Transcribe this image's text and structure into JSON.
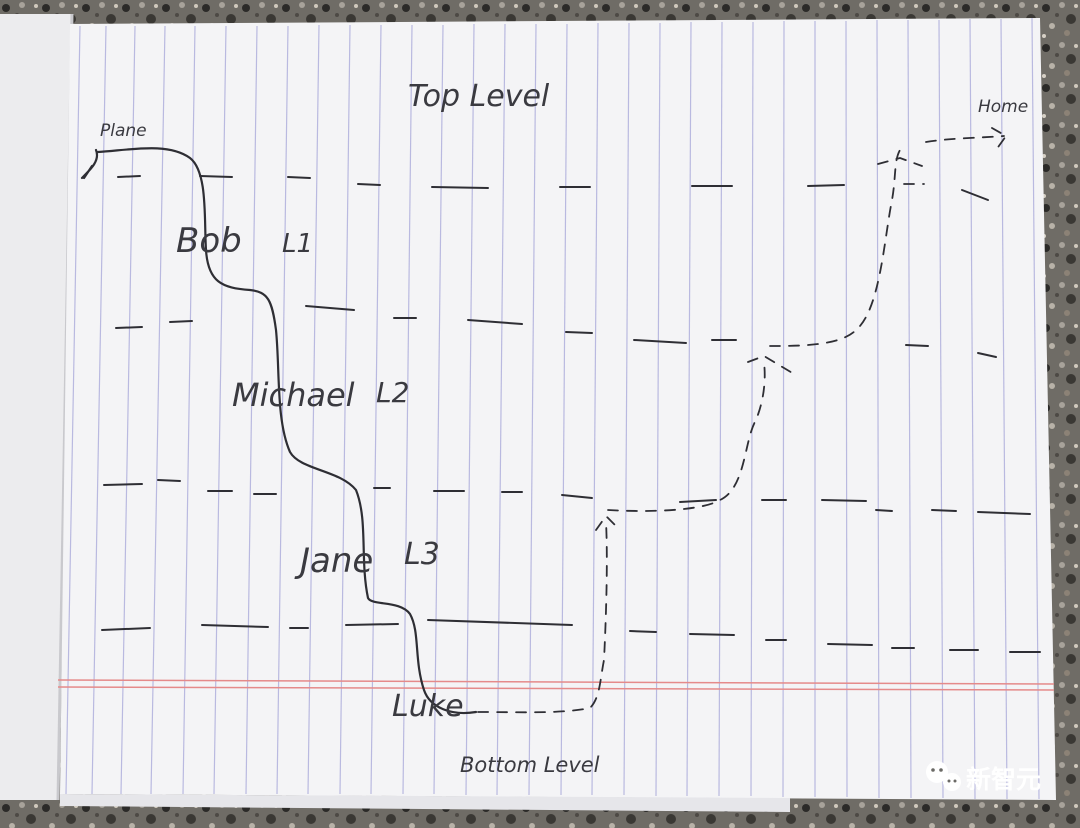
{
  "photo": {
    "subject": "hand-drawn-sketch-on-lined-paper",
    "paper_color": "#f4f4f6",
    "ink_color": "#2e2e34",
    "rule_color": "#b9b9e0",
    "margin_rule_color": "#e58a8a",
    "countertop_color": "#6b6a66"
  },
  "labels": {
    "top_level": "Top Level",
    "plane": "Plane",
    "home": "Home",
    "bob": "Bob",
    "level_1": "L1",
    "michael": "Michael",
    "level_2": "L2",
    "jane": "Jane",
    "level_3": "L3",
    "luke": "Luke",
    "bottom_level": "Bottom Level"
  },
  "watermark": {
    "text": "新智元",
    "icon": "wechat-icon"
  }
}
